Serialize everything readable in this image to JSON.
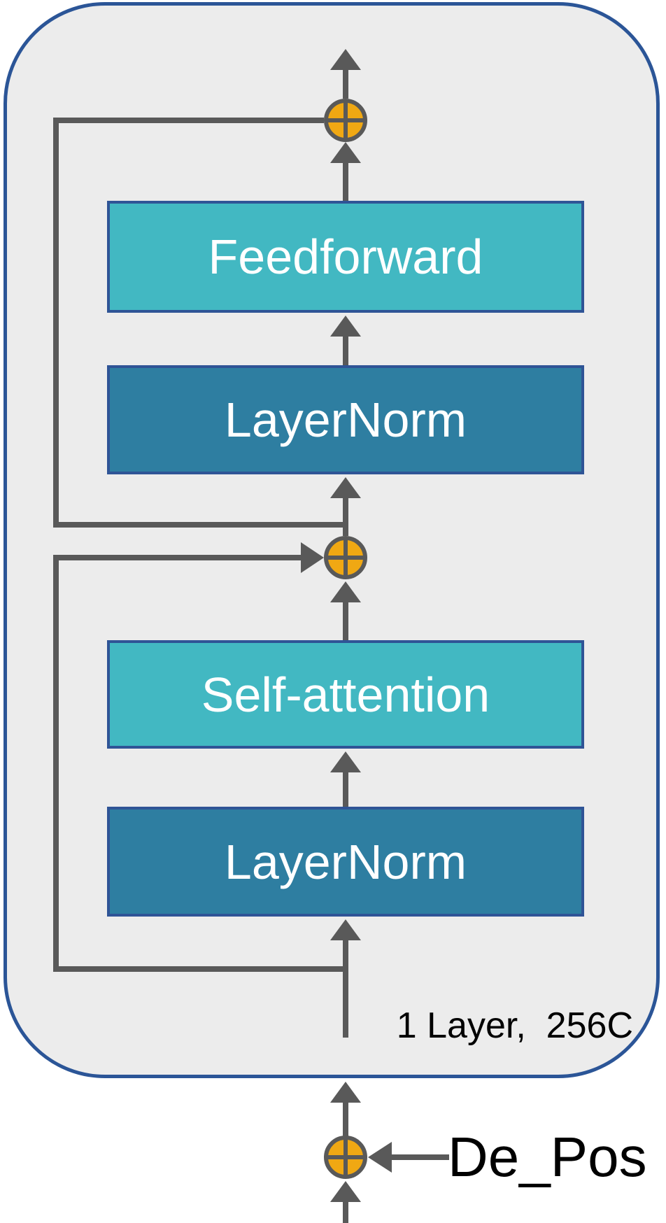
{
  "diagram": {
    "blocks": [
      {
        "id": "feedforward",
        "label": "Feedforward",
        "style": "teal"
      },
      {
        "id": "layernorm-top",
        "label": "LayerNorm",
        "style": "blue"
      },
      {
        "id": "self-attention",
        "label": "Self-attention",
        "style": "teal"
      },
      {
        "id": "layernorm-bottom",
        "label": "LayerNorm",
        "style": "blue"
      }
    ],
    "annotation": "1 Layer,  256C",
    "input_label": "De_Pos",
    "operators": [
      {
        "id": "add-output",
        "symbol": "plus-circle"
      },
      {
        "id": "add-attention",
        "symbol": "plus-circle"
      },
      {
        "id": "add-position",
        "symbol": "plus-circle"
      }
    ],
    "colors": {
      "container_fill": "#ECECEC",
      "container_border": "#2B5597",
      "block_border": "#2F5496",
      "teal_block": "#42B8C2",
      "blue_block": "#2E7EA1",
      "line": "#595959",
      "add_circle": "#F0A813",
      "block_text": "#FFFFFF",
      "annotation_text": "#000000"
    }
  }
}
